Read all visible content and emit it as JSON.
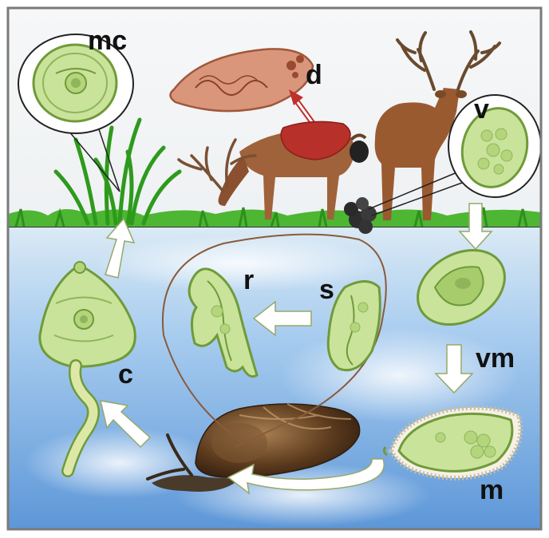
{
  "labels": {
    "mc": "mc",
    "d": "d",
    "v": "v",
    "vm": "vm",
    "m": "m",
    "s": "s",
    "r": "r",
    "c": "c"
  },
  "colors": {
    "frame": "#7a7a7a",
    "sky_top": "#f4f6f8",
    "water_top": "#cfe3f2",
    "water_deep": "#6fa6dd",
    "larva_fill": "#c9e39a",
    "larva_stroke": "#6f9a3a",
    "grass": "#3fae2a",
    "liver": "#b8302a",
    "fluke": "#c98a6c",
    "snail": "#5a3a1f",
    "arrow": "#ffffff",
    "arrow_stroke": "#9aa57a",
    "outline": "#8a5a3a"
  },
  "icons": {
    "deer": "deer-icon",
    "snail": "snail-icon",
    "liver": "liver-icon",
    "fluke": "adult-fluke-icon"
  }
}
